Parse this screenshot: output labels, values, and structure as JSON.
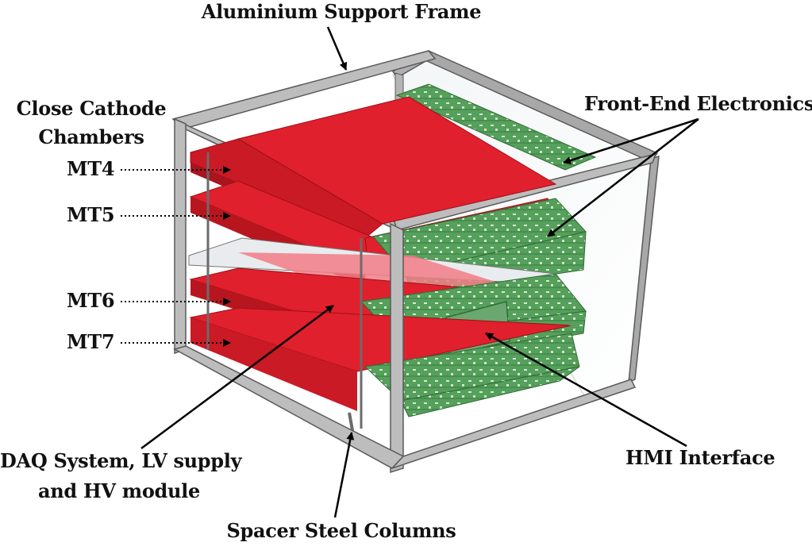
{
  "labels": {
    "frame": "Aluminium Support Frame",
    "chambers_line1": "Close Cathode",
    "chambers_line2": "Chambers",
    "mt4": "MT4",
    "mt5": "MT5",
    "mt6": "MT6",
    "mt7": "MT7",
    "fee": "Front-End Electronics",
    "hmi": "HMI Interface",
    "daq_line1": "DAQ System, LV supply",
    "daq_line2": "and HV module",
    "spacer": "Spacer Steel Columns"
  },
  "colors": {
    "chamber_red": "#e0202c",
    "chamber_dark": "#a9141e",
    "chamber_light": "#f05a66",
    "pcb_green": "#4f9a55",
    "pcb_dark": "#2f6b36",
    "frame_grey": "#a8a8a8",
    "frame_edge": "#5a5a5a",
    "text": "#111111"
  }
}
